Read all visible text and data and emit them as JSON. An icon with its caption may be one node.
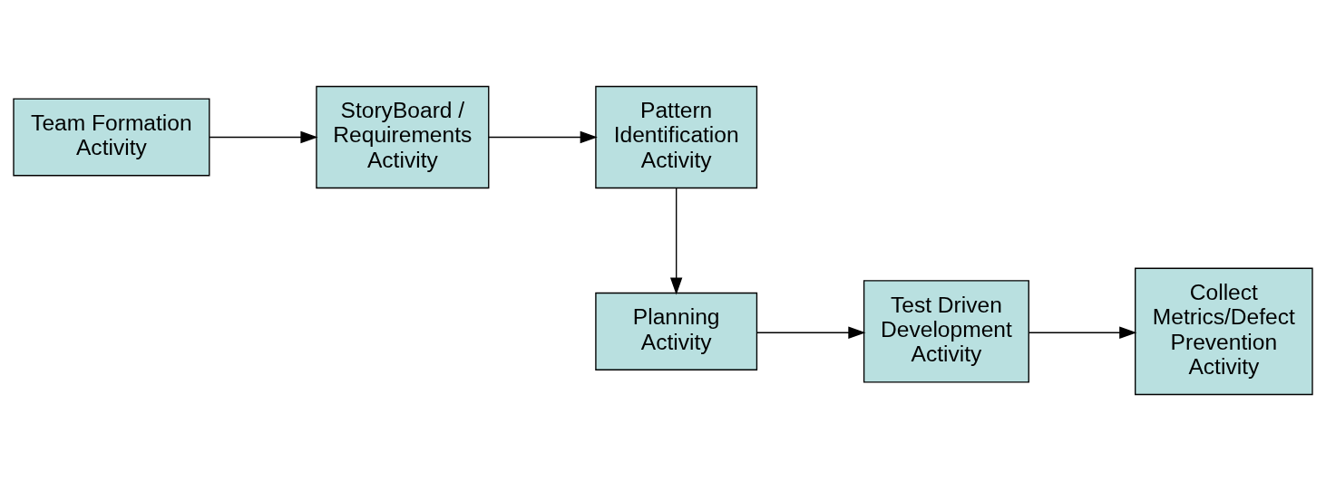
{
  "diagram": {
    "nodes": [
      {
        "text": [
          "Team Formation Activity"
        ]
      },
      {
        "text": [
          "StoryBoard / Requirements Activity"
        ]
      },
      {
        "text": [
          "Pattern Identification Activity"
        ]
      },
      {
        "text": [
          "Planning Activity"
        ]
      },
      {
        "text": [
          "Test Driven Development Activity"
        ]
      },
      {
        "text": [
          "Collect Metrics/Defect Prevention Activity"
        ]
      }
    ],
    "edges": [
      {
        "from": 0,
        "to": 1,
        "arrow": "to"
      },
      {
        "from": 1,
        "to": 2,
        "arrow": "to"
      },
      {
        "from": 2,
        "to": 3,
        "arrow": "to"
      },
      {
        "from": 3,
        "to": 4,
        "arrow": "to"
      },
      {
        "from": 4,
        "to": 5,
        "arrow": "to"
      }
    ]
  }
}
